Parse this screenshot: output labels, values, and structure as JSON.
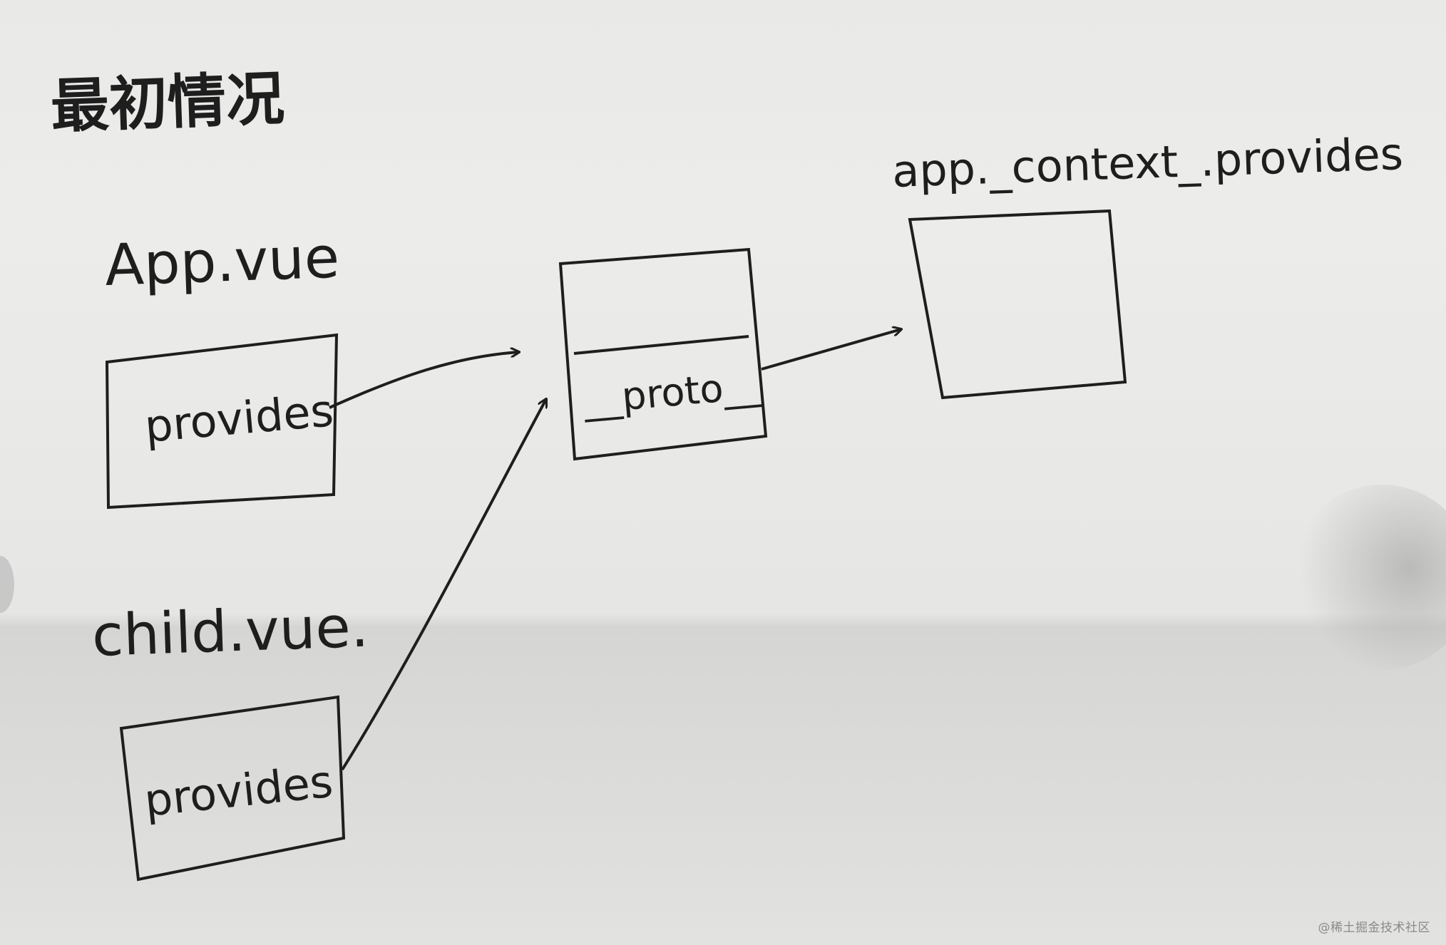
{
  "title": "最初情况",
  "labels": {
    "app_vue": "App.vue",
    "child_vue": "child.vue.",
    "app_context": "app._context_.provides"
  },
  "boxes": {
    "app_box_text": "provides",
    "child_box_text": "provides",
    "middle_box_text": "__proto__"
  },
  "watermark": "@稀土掘金技术社区"
}
